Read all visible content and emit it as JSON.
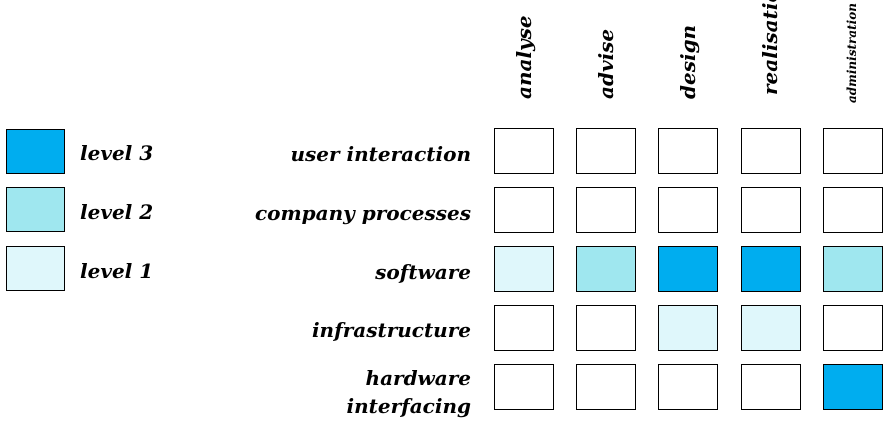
{
  "levels": {
    "level3": {
      "label": "level 3",
      "color": "#00adef"
    },
    "level2": {
      "label": "level 2",
      "color": "#9fe7ef"
    },
    "level1": {
      "label": "level 1",
      "color": "#dff7fb"
    },
    "none": {
      "color": "#ffffff"
    }
  },
  "columns": [
    "analyse",
    "advise",
    "design",
    "realisation",
    "administration"
  ],
  "rows": [
    {
      "label": "user interaction",
      "cells": [
        "none",
        "none",
        "none",
        "none",
        "none"
      ]
    },
    {
      "label": "company processes",
      "cells": [
        "none",
        "none",
        "none",
        "none",
        "none"
      ]
    },
    {
      "label": "software",
      "cells": [
        "level1",
        "level2",
        "level3",
        "level3",
        "level2"
      ]
    },
    {
      "label": "infrastructure",
      "cells": [
        "none",
        "none",
        "level1",
        "level1",
        "none"
      ]
    },
    {
      "label": "hardware interfacing",
      "cells": [
        "none",
        "none",
        "none",
        "none",
        "level3"
      ]
    }
  ]
}
